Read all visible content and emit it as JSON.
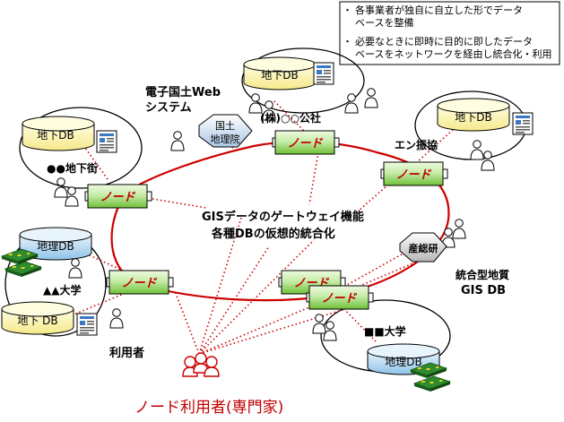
{
  "info_box": {
    "bullet": "・",
    "line1a": "各事業者が独自に自立した形でデータ",
    "line1b": "ベースを整備",
    "line2a": "必要なときに即時に目的に即したデータ",
    "line2b": "ベースをネットワークを経由し統合化・利用"
  },
  "title_system": {
    "line1": "電子国土Web",
    "line2": "システム"
  },
  "center_label": {
    "line1": "GISデータのゲートウェイ機能",
    "line2": "各種DBの仮想的統合化"
  },
  "node_label": "ノード",
  "nodes_count": 6,
  "labels": {
    "kokudo": {
      "line1": "国土",
      "line2": "地理院"
    },
    "company": "(株)○○公社",
    "en_shinko": "エン振協",
    "chika_gai": "●●地下街",
    "sansoken": "産総研",
    "tougou": {
      "line1": "統合型地質",
      "line2": "GIS DB"
    },
    "daigaku_a": "▲▲大学",
    "daigaku_b": "■■大学",
    "riyosha": "利用者",
    "node_user": "ノード利用者(専門家)"
  },
  "databases": {
    "chika_top": "地下DB",
    "chika_right": "地下DB",
    "chika_left": "地下DB",
    "chiri_left": "地理DB",
    "chika_bottom": "地下 DB",
    "chiri_bottom": "地理DB"
  },
  "colors": {
    "ring": "#cc0000",
    "dotted": "#cc0000",
    "node_fill_top": "#e6f7d2",
    "node_fill_bottom": "#7fcc3f",
    "node_text": "#c00000",
    "db_yellow": "#fff6a8",
    "db_blue": "#bfe0f5",
    "hex_fill": "#cfe0f0",
    "hex_gray": "#d8d8d8",
    "node_user_text": "#c00000"
  }
}
